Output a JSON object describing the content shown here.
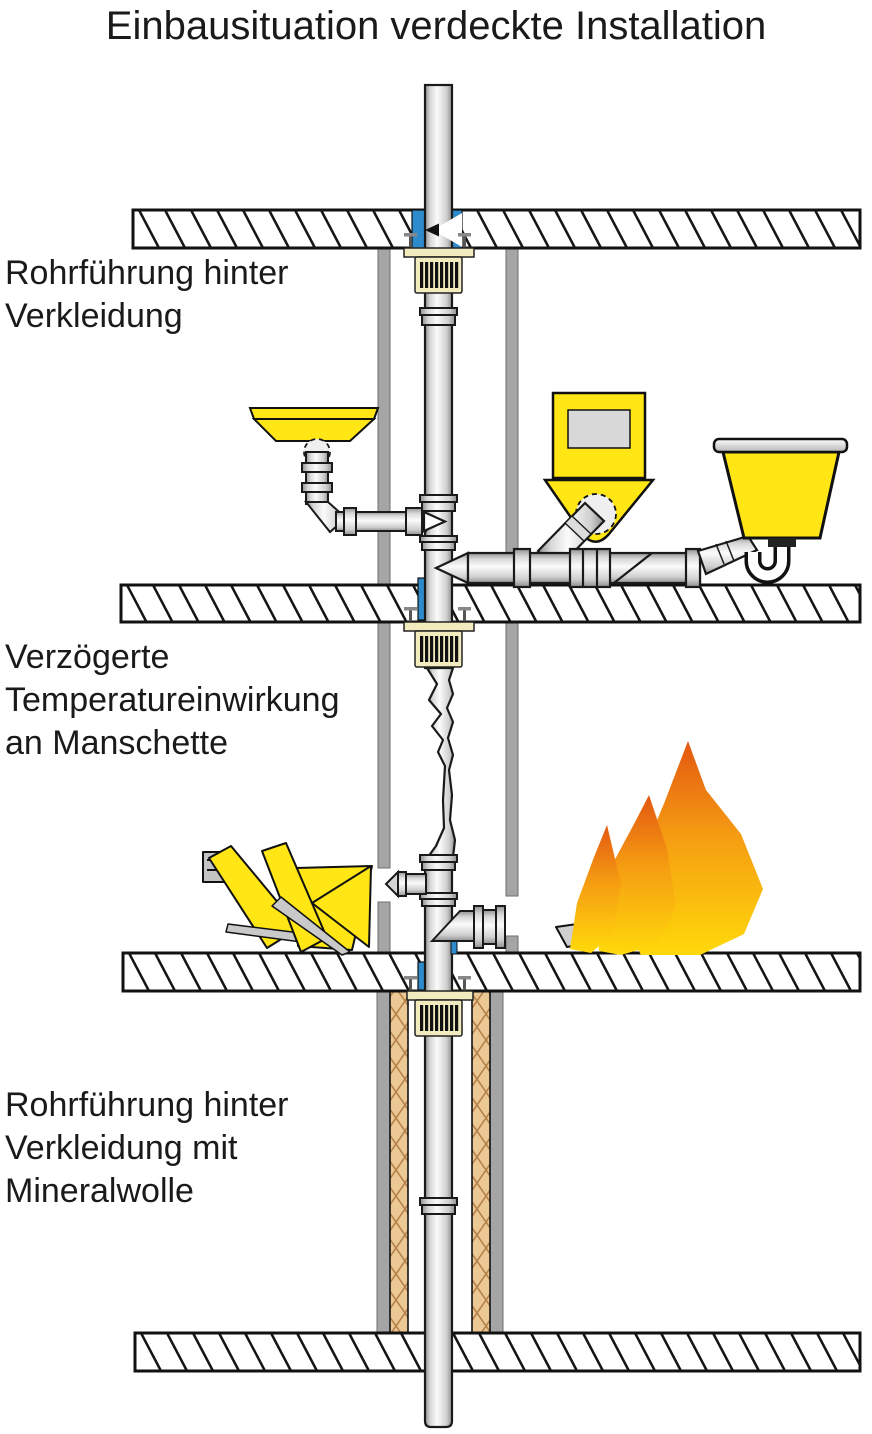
{
  "title": "Einbausituation verdeckte Installation",
  "labels": {
    "behind_cladding": "Rohrführung hinter\nVerkleidung",
    "delayed_temp": "Verzögerte\nTemperatureinwirkung\nan Manschette",
    "behind_cladding_wool": "Rohrführung hinter\nVerkleidung mit\nMineralwolle"
  },
  "colors": {
    "fixture_yellow": "#FFE614",
    "seal_blue": "#2E8BCB",
    "flame_top": "#E35711",
    "flame_mid": "#F59D12",
    "flame_base": "#FFD90A",
    "collar_beige": "#F2EBBE",
    "wool_tan": "#ECC894",
    "wool_line": "#B5824A",
    "cladding_gray": "#A5A5A5",
    "outline": "#1A1A1A"
  },
  "components": {
    "pipe_stack": "vertical-waste-pipe",
    "fire_collar": "fire-protection-collar",
    "seal": "intumescent-seal",
    "washbasin": "washbasin",
    "toilet": "wc-with-cistern",
    "utility_sink": "utility-basin-with-trap",
    "flames": "fire-flames",
    "mineral_wool": "mineral-wool-insulation",
    "cladding": "wall-cladding-panels",
    "melted_pipe": "heat-deformed-pipe",
    "debris": "collapsed-fixture-debris"
  }
}
